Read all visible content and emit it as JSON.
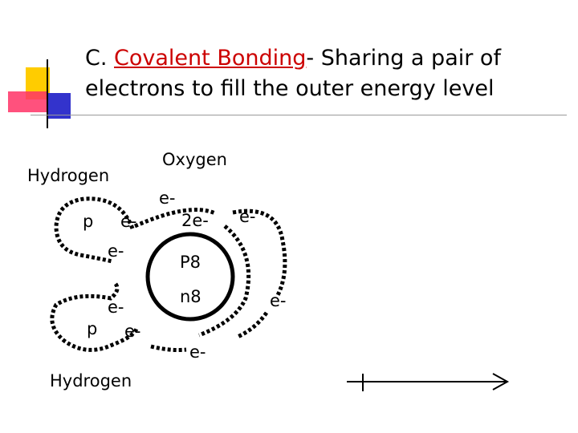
{
  "title": {
    "prefix": "C.  ",
    "term": "Covalent Bonding",
    "rest_line1": "- Sharing a pair of",
    "line2": "electrons to fill the outer energy level"
  },
  "diagram": {
    "oxygen_label": "Oxygen",
    "hydrogen_top_label": "Hydrogen",
    "hydrogen_bottom_label": "Hydrogen",
    "hydrogen_top": {
      "nucleus": "p",
      "electron_right": "e-",
      "electron_bottom": "e-"
    },
    "hydrogen_bottom": {
      "nucleus": "p",
      "electron_top": "e-",
      "electron_right": "e-"
    },
    "oxygen": {
      "inner_shell": "2e-",
      "protons": "P8",
      "neutrons": "n8",
      "electron_top": "e-",
      "electron_top_right": "e-",
      "electron_right": "e-",
      "electron_bottom": "e-"
    }
  },
  "colors": {
    "accent_red": "#cc0000",
    "deco_yellow": "#ffcc00",
    "deco_blue": "#3333cc",
    "deco_pink": "#ff3366"
  }
}
